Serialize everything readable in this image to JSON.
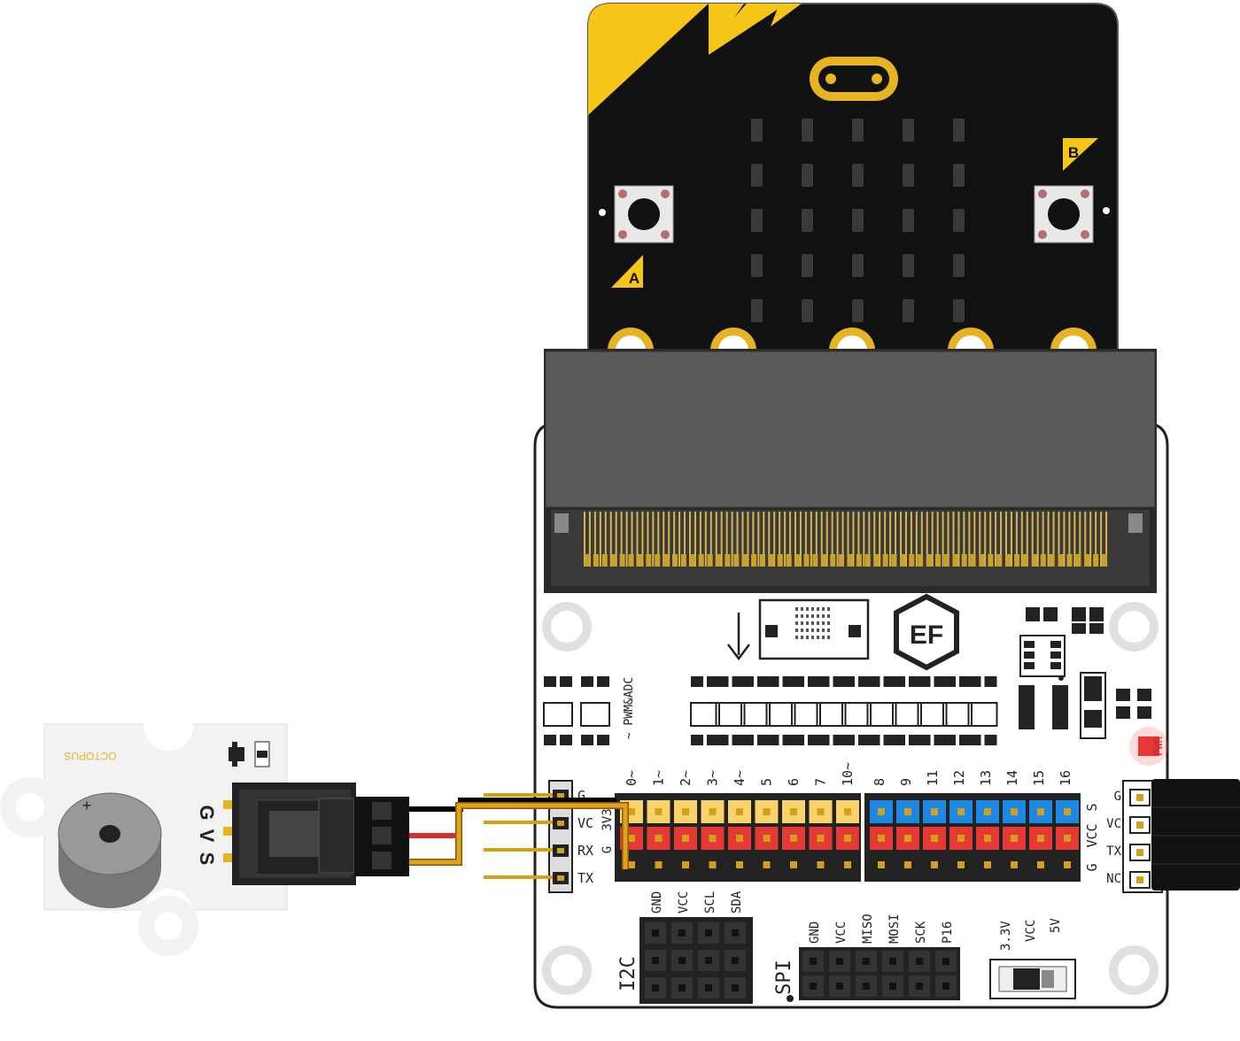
{
  "microbit": {
    "button_a_label": "A",
    "button_b_label": "B",
    "colors": {
      "board": "#111111",
      "accent": "#f5c518",
      "gold": "#e6b422"
    }
  },
  "breakout": {
    "logo": "EF",
    "pwm_adc_label": "~ PWM&ADC",
    "pin_labels": [
      "0~",
      "1~",
      "2~",
      "3~",
      "4~",
      "5",
      "6",
      "7",
      "10~",
      "8",
      "9",
      "11",
      "12",
      "13",
      "14",
      "15",
      "16"
    ],
    "left_header_labels": [
      "G",
      "VC",
      "RX",
      "TX"
    ],
    "left_header_side": [
      "G",
      "3V3"
    ],
    "right_header_labels": [
      "G",
      "VC",
      "TX",
      "NC"
    ],
    "right_side_labels": [
      "G",
      "VCC",
      "S"
    ],
    "i2c": {
      "title": "I2C",
      "pins": [
        "GND",
        "VCC",
        "SCL",
        "SDA"
      ]
    },
    "spi": {
      "title": "SPI",
      "pins": [
        "GND",
        "VCC",
        "MISO",
        "MOSI",
        "SCK",
        "P16"
      ]
    },
    "power": {
      "options": [
        "3.3V",
        "VCC",
        "5V"
      ]
    },
    "pwr_led": "PWR",
    "row_colors": {
      "signal_left": "#f8d36b",
      "signal_right": "#1e88e5",
      "power": "#e53935",
      "ground": "#222222"
    }
  },
  "buzzer_module": {
    "brand": "OCTOPUS",
    "pin_labels": [
      "G",
      "V",
      "S"
    ],
    "polarity": "+"
  },
  "wires": {
    "colors": [
      "#000000",
      "#d32f2f",
      "#e0a020"
    ]
  }
}
